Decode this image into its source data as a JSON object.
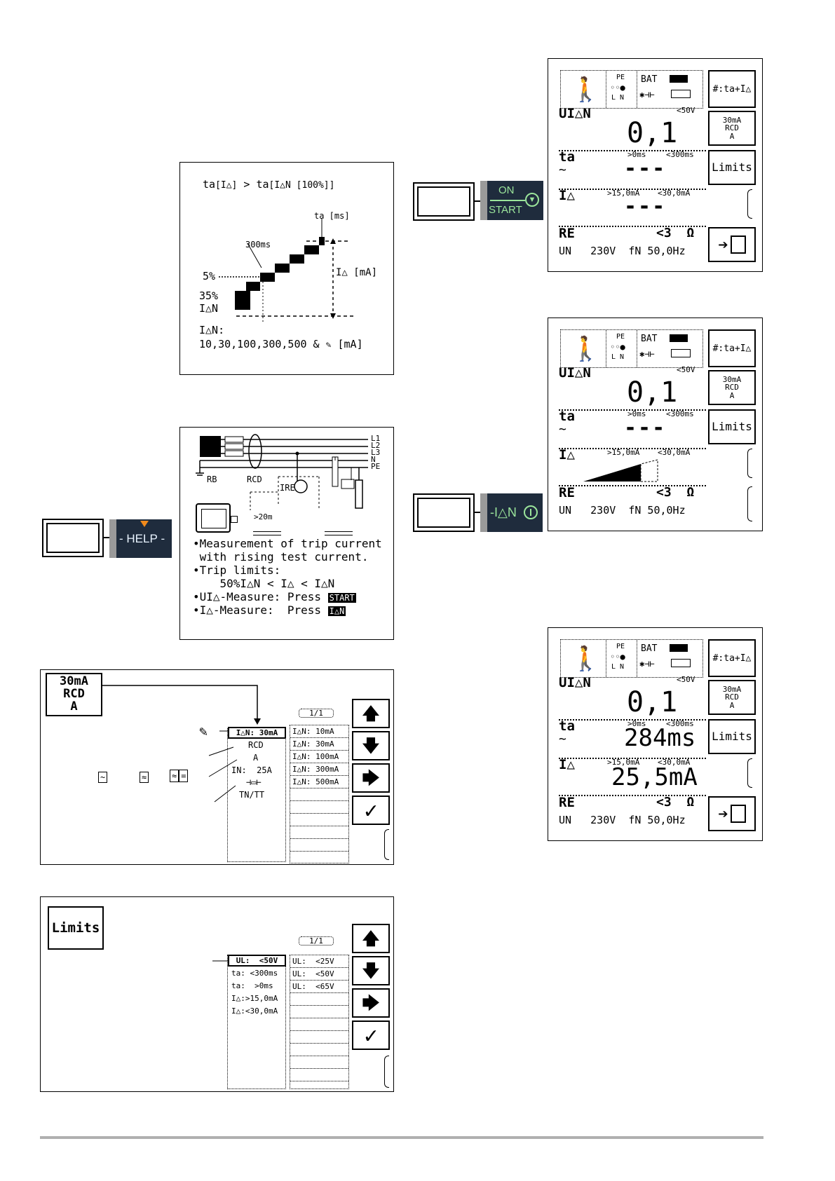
{
  "graph_panel": {
    "formula_left": "ta",
    "formula_left_sub": "[I△]",
    "formula_gt": ">",
    "formula_right": "ta",
    "formula_right_sub": "[I△N [100%]]",
    "label_ta_ms": "ta [ms]",
    "label_300ms": "300ms",
    "label_5pct": "5%",
    "label_35pct": "35%",
    "label_idn": "I△N",
    "label_ia_ma": "I△ [mA]",
    "label_idn_colon": "I△N:",
    "label_values": "10,30,100,300,500 & ",
    "label_unit": "[mA]"
  },
  "help_panel": {
    "labels": {
      "l1": "L1",
      "l2": "L2",
      "l3": "L3",
      "n": "N",
      "pe": "PE",
      "rb": "RB",
      "rcd": "RCD",
      "ire": "IRE",
      "dist": ">20m"
    },
    "lines": [
      "•Measurement of trip current",
      " with rising test current.",
      "•Trip limits:",
      "    50%I△N < I△ < I△N",
      "•UI△-Measure: Press ",
      "•I△-Measure:  Press "
    ],
    "key_start": "START",
    "key_ian": "I△N"
  },
  "keys": {
    "help": "HELP",
    "on": "ON",
    "start": "START",
    "ian": "I△N"
  },
  "rcd_panel": {
    "button": [
      "30mA",
      "RCD",
      "A"
    ],
    "page": "1/1",
    "selected": "I△N: 30mA",
    "left_items": [
      "RCD",
      "A",
      "IN:  25A",
      "TN/TT"
    ],
    "options": [
      "I△N: 10mA",
      "I△N: 30mA",
      "I△N: 100mA",
      "I△N: 300mA",
      "I△N: 500mA"
    ]
  },
  "limits_panel": {
    "button": "Limits",
    "page": "1/1",
    "selected": "UL:  <50V",
    "left_items": [
      "ta: <300ms",
      "ta:  >0ms",
      "I△:>15,0mA",
      "I△:<30,0mA"
    ],
    "options": [
      "UL:  <25V",
      "UL:  <50V",
      "UL:  <65V"
    ]
  },
  "screens": [
    {
      "bat": "BAT",
      "pe": "PE",
      "ln": "L N",
      "ui_label": "UI△N",
      "ui_limit": "<50V",
      "ui_value": "0,1  V",
      "ta_label": "ta",
      "ta_lim1": ">0ms",
      "ta_lim2": "<300ms",
      "ta_value": "---",
      "ia_label": "I△",
      "ia_lim1": ">15,0mA",
      "ia_lim2": "<30,0mA",
      "ia_value": "---",
      "re_label": "RE",
      "re_value": "<3  Ω",
      "un_line": "UN   230V  fN 50,0Hz",
      "btn_mode": "#:ta+I△",
      "btn_rcd": [
        "30mA",
        "RCD",
        "A"
      ],
      "btn_limits": "Limits"
    },
    {
      "bat": "BAT",
      "pe": "PE",
      "ln": "L N",
      "ui_label": "UI△N",
      "ui_limit": "<50V",
      "ui_value": "0,1  V",
      "ta_label": "ta",
      "ta_lim1": ">0ms",
      "ta_lim2": "<300ms",
      "ta_value": "---",
      "ia_label": "I△",
      "ia_lim1": ">15,0mA",
      "ia_lim2": "<30,0mA",
      "re_label": "RE",
      "re_value": "<3  Ω",
      "un_line": "UN   230V  fN 50,0Hz",
      "btn_mode": "#:ta+I△",
      "btn_rcd": [
        "30mA",
        "RCD",
        "A"
      ],
      "btn_limits": "Limits"
    },
    {
      "bat": "BAT",
      "pe": "PE",
      "ln": "L N",
      "ui_label": "UI△N",
      "ui_limit": "<50V",
      "ui_value": "0,1  V",
      "ta_label": "ta",
      "ta_lim1": ">0ms",
      "ta_lim2": "<300ms",
      "ta_value": "284ms",
      "ia_label": "I△",
      "ia_lim1": ">15,0mA",
      "ia_lim2": "<30,0mA",
      "ia_value": "25,5mA",
      "re_label": "RE",
      "re_value": "<3  Ω",
      "un_line": "UN   230V  fN 50,0Hz",
      "btn_mode": "#:ta+I△",
      "btn_rcd": [
        "30mA",
        "RCD",
        "A"
      ],
      "btn_limits": "Limits"
    }
  ],
  "colors": {
    "softkey_bg": "#1f2c3d",
    "softkey_text": "#9be59b",
    "help_marker": "#f08a1c",
    "rule": "#b0b0b0"
  }
}
